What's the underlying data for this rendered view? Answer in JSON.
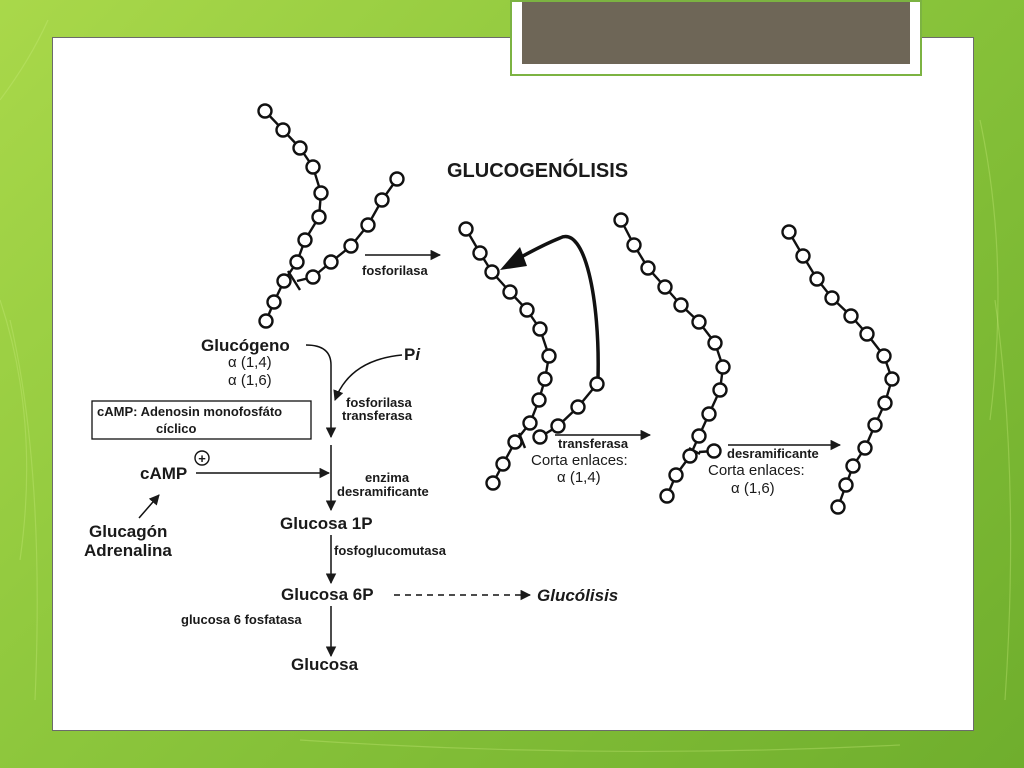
{
  "title": "GLUCOGENÓLISIS",
  "labels": {
    "glucogeno": "Glucógeno",
    "alpha14": "α (1,4)",
    "alpha16": "α (1,6)",
    "pi": "P",
    "pi_italic": "i",
    "fosforilasa_top": "fosforilasa",
    "fosforilasa_side": "fosforilasa",
    "transferasa_side": "transferasa",
    "camp_def_1": "cAMP:  Adenosin monofosfáto",
    "camp_def_2": "cíclico",
    "camp": "cAMP",
    "plus": "+",
    "enzima": "enzima",
    "desramificante": "desramificante",
    "glucagon": "Glucagón",
    "adrenalina": "Adrenalina",
    "glucosa1p": "Glucosa 1P",
    "fosfoglucomutasa": "fosfoglucomutasa",
    "glucosa6p": "Glucosa 6P",
    "glucolisis": "Glucólisis",
    "glucosa6fosfatasa": "glucosa 6 fosfatasa",
    "glucosa": "Glucosa",
    "transferasa_chain": "transferasa",
    "corta_enlaces_1": "Corta enlaces:",
    "alpha14_chain": "α (1,4)",
    "desramificante_chain": "desramificante",
    "corta_enlaces_2": "Corta enlaces:",
    "alpha16_chain": "α (1,6)"
  },
  "colors": {
    "background_green": "#8cc63c",
    "title_bar": "#6e6657",
    "title_bar_border": "#7cb342",
    "ink": "#1a1a1a"
  }
}
